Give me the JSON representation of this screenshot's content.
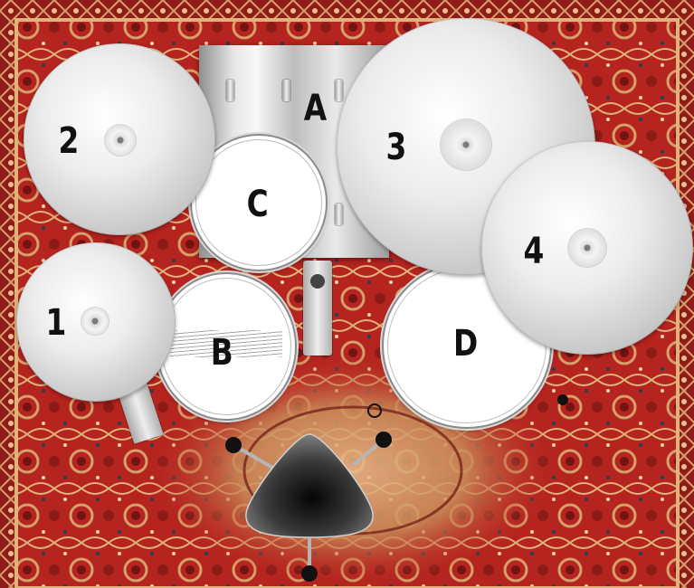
{
  "kit": {
    "cymbals": {
      "c1": {
        "label": "1"
      },
      "c2": {
        "label": "2"
      },
      "c3": {
        "label": "3"
      },
      "c4": {
        "label": "4"
      }
    },
    "drums": {
      "kick": {
        "label": "A"
      },
      "snare": {
        "label": "B"
      },
      "tom": {
        "label": "C"
      },
      "floor_tom": {
        "label": "D"
      }
    }
  },
  "colors": {
    "rug_red": "#b5241f",
    "rug_gold": "#d6a06a",
    "rug_dark": "#6e1512",
    "metal": "#cfcfcf",
    "throne": "#1a1a1a"
  }
}
